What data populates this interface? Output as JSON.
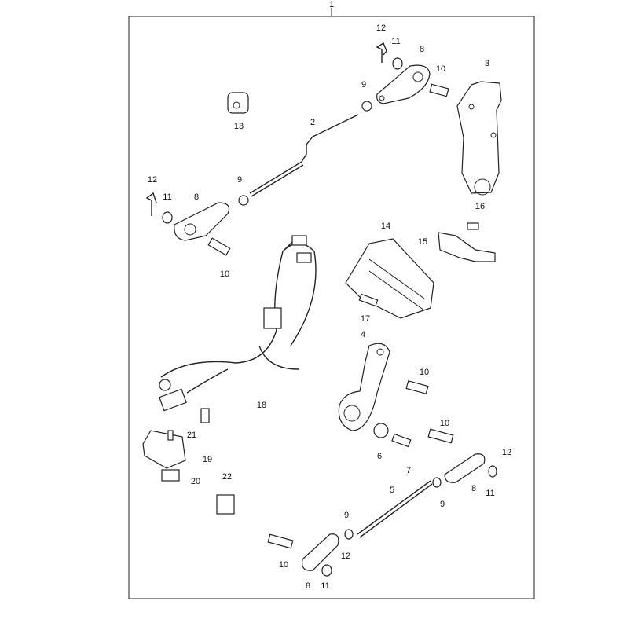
{
  "diagram": {
    "assembly_label": "1",
    "callouts": {
      "c12a": "12",
      "c11a": "11",
      "c8a": "8",
      "c9a": "9",
      "c10a": "10",
      "c3": "3",
      "c13": "13",
      "c2": "2",
      "c12b": "12",
      "c11b": "11",
      "c8b": "8",
      "c9b": "9",
      "c10b": "10",
      "c16": "16",
      "c14": "14",
      "c15": "15",
      "c17": "17",
      "c4": "4",
      "c10c": "10",
      "c18": "18",
      "c10d": "10",
      "c6": "6",
      "c7": "7",
      "c21": "21",
      "c19": "19",
      "c20": "20",
      "c22": "22",
      "c12c": "12",
      "c8c": "8",
      "c11c": "11",
      "c9c": "9",
      "c5": "5",
      "c9d": "9",
      "c10e": "10",
      "c12d": "12",
      "c8d": "8",
      "c11d": "11"
    }
  }
}
